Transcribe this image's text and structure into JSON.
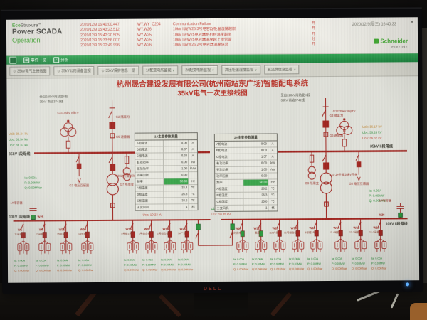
{
  "colors": {
    "schneider_green": "#3dae2c",
    "alarm_red": "#cf4b40",
    "diagram_red": "#a8231d",
    "open_green": "#259a38",
    "reading_green": "#1d8a2e",
    "reading_orange": "#c07b1a"
  },
  "photo": {
    "monitor_brand": "DELL"
  },
  "header": {
    "logo": {
      "brand_eco": "Eco",
      "brand_rest": "Struxure",
      "tm": "™",
      "product": "Power SCADA",
      "edition": "Operation"
    },
    "alarms": [
      {
        "time": "2020/12/9 16:40:00.447",
        "tag": "WY.WY_C204",
        "msg": "Communication Failure",
        "state": "开"
      },
      {
        "time": "2020/12/9 15:43:23.512",
        "tag": "WY.W26",
        "msg": "10kV II段W26 3号电容器柜温湿度越限",
        "state": "开"
      },
      {
        "time": "2020/12/9 15:42:20.505",
        "tag": "WY.W25",
        "msg": "10kV I段W25电容器柜机柜温度越限",
        "state": "开"
      },
      {
        "time": "2020/12/9 15:33:56.007",
        "tag": "WY.W25",
        "msg": "10kV I段W25电容器温度越上限告警",
        "state": "分"
      },
      {
        "time": "2020/12/9 15:22:49.996",
        "tag": "WY.W26",
        "msg": "10kV II段W26 2号电容器温度信息",
        "state": "开"
      }
    ],
    "clock": "2020/12/9(周三) 16:40:33",
    "close_label": "✕",
    "vendor": {
      "name": "Schneider",
      "sub": "Electric"
    }
  },
  "menubar": {
    "items": [
      {
        "icon": "▦",
        "label": "事件一览"
      },
      {
        "icon": "✓",
        "label": "分析"
      }
    ]
  },
  "nav": {
    "tabs": [
      {
        "label": "35kV电气主接线图",
        "radio": true,
        "caret": false
      },
      {
        "label": "35kV公用设备监视",
        "radio": true,
        "caret": false
      },
      {
        "label": "35kV保护信息一览",
        "radio": true,
        "caret": false
      },
      {
        "label": "1#配变电所监视",
        "radio": false,
        "caret": true
      },
      {
        "label": "2#配变电所监视",
        "radio": false,
        "caret": true
      },
      {
        "label": "高压柜温湿度监视",
        "radio": false,
        "caret": true
      },
      {
        "label": "直流屏信息监视",
        "radio": false,
        "caret": true
      }
    ]
  },
  "diagram": {
    "title1": "杭州晟合建设发展有限公司(杭州南站东广场)智能配电系统",
    "title2": "35kV电气一次主接线图",
    "incoming": {
      "left": {
        "l1": "受自220kV南站变II段",
        "l2": "35kV 南站3741线"
      },
      "right": {
        "l1": "受自220kV南站变III段",
        "l2": "35kV 南站3742线"
      }
    },
    "pt": {
      "left": "G11 35kV I母TV",
      "right": "G12 35kV II母TV"
    },
    "dev": {
      "g2": "G2 隔离刀",
      "g5": "G5 避雷器",
      "g3": "G3 隔离刀",
      "g6": "G6 避雷器",
      "g8": "G8 1#主变35kV开关",
      "g10": "G10 2#主变35kV开关",
      "g1": "G1 电压互感器",
      "g4": "G4 电压互感器",
      "g7": "G7 所用变",
      "g9": "G9 所用变"
    },
    "bus35": {
      "left": {
        "label": "35kV I段母线",
        "r1": "Uab: 36.34 kV",
        "r2": "Ubc: 36.54 kV",
        "r3": "Uca: 36.37 kV"
      },
      "right": {
        "label": "35kV II段母线",
        "r1": "Uab: 36.17 kV",
        "r2": "Ubc: 36.26 kV",
        "r3": "Uca: 36.37 kV"
      }
    },
    "tx_readings": {
      "left": [
        "Ia: 0.00A",
        "P: 0.00MW",
        "Q: 0.00MVar"
      ],
      "right": [
        "Ia: 0.00A",
        "P: 0.00MW",
        "Q: 0.00MVar"
      ]
    },
    "bus10": {
      "left": {
        "label": "10kV I段母线",
        "id": "W25",
        "cap": "1#电容器",
        "r1": "Uab: 10.23 kV",
        "r2": "Uca: 10.23 kV"
      },
      "right": {
        "label": "10kV II段母线",
        "id": "W26",
        "cap": "2#电容器",
        "r1": "Ubc: 10.25 kV",
        "r2": "Uca: 10.25 kV"
      }
    },
    "panels": [
      {
        "title": "1#主变参数测量",
        "rows": [
          {
            "label": "A相电流",
            "value": "0.00",
            "unit": "A"
          },
          {
            "label": "B相电流",
            "value": "0.37",
            "unit": "A"
          },
          {
            "label": "C相电流",
            "value": "0.33",
            "unit": "A"
          },
          {
            "label": "有功功率",
            "value": "0.00",
            "unit": "kW"
          },
          {
            "label": "无功功率",
            "value": "1.00",
            "unit": "kVar"
          },
          {
            "label": "功率因数",
            "value": "0.00",
            "unit": ""
          },
          {
            "label": "频率",
            "value": "50.00",
            "unit": "Hz",
            "highlight": true
          },
          {
            "label": "A相温度",
            "value": "33.4",
            "unit": "℃"
          },
          {
            "label": "B相温度",
            "value": "26.8",
            "unit": "℃"
          },
          {
            "label": "C相温度",
            "value": "34.5",
            "unit": "℃"
          },
          {
            "label": "主变风机",
            "value": "1",
            "unit": "档"
          }
        ]
      },
      {
        "title": "2#主变参数测量",
        "rows": [
          {
            "label": "A相电流",
            "value": "0.00",
            "unit": "A"
          },
          {
            "label": "B相电流",
            "value": "0.00",
            "unit": "A"
          },
          {
            "label": "C相电流",
            "value": "1.37",
            "unit": "A"
          },
          {
            "label": "有功功率",
            "value": "0.00",
            "unit": "kW"
          },
          {
            "label": "无功功率",
            "value": "1.00",
            "unit": "kVar"
          },
          {
            "label": "功率因数",
            "value": "0.00",
            "unit": ""
          },
          {
            "label": "频率",
            "value": "50.00",
            "unit": "Hz",
            "highlight": true
          },
          {
            "label": "A相温度",
            "value": "28.2",
            "unit": "℃"
          },
          {
            "label": "B相温度",
            "value": "26.3",
            "unit": "℃"
          },
          {
            "label": "C相温度",
            "value": "25.8",
            "unit": "℃"
          },
          {
            "label": "主变风机",
            "value": "1",
            "unit": "档"
          }
        ]
      }
    ],
    "feeders": [
      {
        "side": "L",
        "id": "W5",
        "desc": "11号楼",
        "i": "Ia: 0.00A",
        "p": "P: 0.00MW",
        "q": "Q: 0.00MVar",
        "state": "closed"
      },
      {
        "side": "L",
        "id": "W7",
        "desc": "13号楼",
        "i": "Ia: 0.00A",
        "p": "P: 0.00MW",
        "q": "Q: 0.00MVar",
        "state": "closed"
      },
      {
        "side": "L",
        "id": "W11",
        "desc": "15号楼",
        "i": "Ia: 0.00A",
        "p": "P: 0.00MW",
        "q": "Q: 0.00MVar",
        "state": "closed"
      },
      {
        "side": "L",
        "id": "W13",
        "desc": "14号楼",
        "i": "Ia: 0.00A",
        "p": "P: 0.00MW",
        "q": "Q: 0.00MVar",
        "state": "closed"
      },
      {
        "side": "L",
        "id": "W15",
        "desc": "8号楼1号",
        "i": "Ia: 0.00A",
        "p": "P: 0.00MW",
        "q": "Q: 0.00MVar",
        "state": "closed"
      },
      {
        "side": "L",
        "id": "W17",
        "desc": "1号综合楼",
        "i": "Ia: 0.00A",
        "p": "P: 0.00MW",
        "q": "Q: 0.00MVar",
        "state": "closed"
      },
      {
        "side": "L",
        "id": "W19",
        "desc": "2号综合楼",
        "i": "Ia: 0.00A",
        "p": "P: 0.00MW",
        "q": "Q: 0.00MVar",
        "state": "closed"
      },
      {
        "side": "L",
        "id": "W21",
        "desc": "1#广场",
        "i": "Ia: 0.00A",
        "p": "P: 0.00MW",
        "q": "Q: 0.00MVar",
        "state": "closed"
      },
      {
        "side": "R",
        "id": "W24",
        "desc": "临时用电",
        "i": "Ia: 0.00A",
        "p": "P: 0.00MW",
        "q": "Q: 0.00MVar",
        "state": "open"
      },
      {
        "side": "R",
        "id": "W22",
        "desc": "泵房",
        "i": "Ia: 0.00A",
        "p": "P: 0.00MW",
        "q": "Q: 0.00MVar",
        "state": "open"
      },
      {
        "side": "R",
        "id": "W20",
        "desc": "11#广场",
        "i": "Ia: 0.00A",
        "p": "P: 0.00MW",
        "q": "Q: 0.01MVar",
        "state": "closed"
      },
      {
        "side": "R",
        "id": "W18",
        "desc": "11号综合楼",
        "i": "Ia: 0.00A",
        "p": "P: 0.03MW",
        "q": "Q: 0.00MVar",
        "state": "closed"
      },
      {
        "side": "R",
        "id": "W16",
        "desc": "8号楼2号",
        "i": "Ia: 0.00A",
        "p": "P: 0.00MW",
        "q": "Q: 0.00MVar",
        "state": "closed"
      },
      {
        "side": "R",
        "id": "W14",
        "desc": "11-4号楼",
        "i": "Ia: 0.00A",
        "p": "P: 0.00MW",
        "q": "Q: 0.00MVar",
        "state": "closed"
      },
      {
        "side": "R",
        "id": "W12",
        "desc": "11-3号楼",
        "i": "Ia: 0.00A",
        "p": "P: 0.00MW",
        "q": "Q: 0.00MVar",
        "state": "closed"
      },
      {
        "side": "R",
        "id": "W10",
        "desc": "11-2号楼",
        "i": "Ia: 0.00A",
        "p": "P: 0.00MW",
        "q": "Q: 0.00MVar",
        "state": "closed"
      }
    ]
  }
}
